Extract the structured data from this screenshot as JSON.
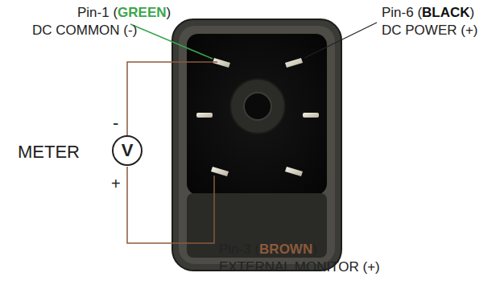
{
  "diagram": {
    "nodes": [
      {
        "text": [
          "V"
        ]
      }
    ],
    "labels": [
      "Pin-1 (GREEN)",
      "DC COMMON (-)",
      "Pin-6 (BLACK)",
      "DC POWER (+)",
      "-",
      "METER",
      "+",
      "Pin-3 (BROWN)",
      "EXTERNAL MONITOR (+)"
    ]
  }
}
